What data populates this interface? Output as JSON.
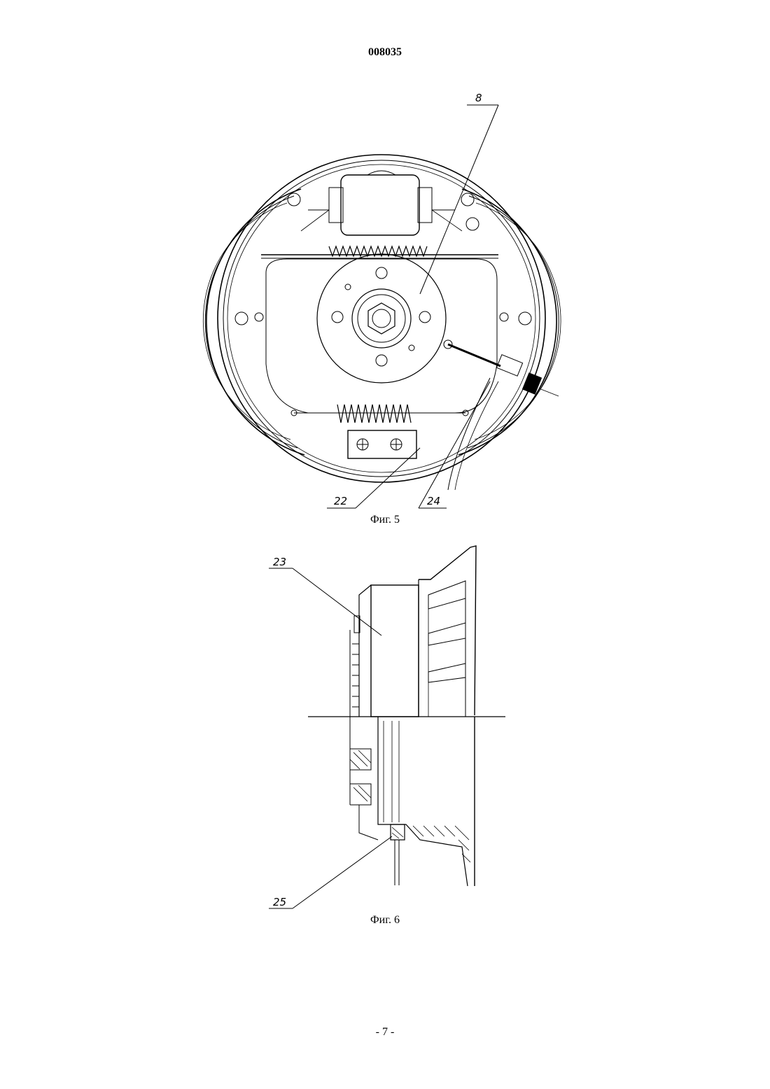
{
  "document": {
    "number": "008035",
    "page": "- 7 -"
  },
  "figures": [
    {
      "caption": "Фиг. 5",
      "labels": [
        "8",
        "22",
        "24"
      ]
    },
    {
      "caption": "Фиг. 6",
      "labels": [
        "23",
        "25"
      ]
    }
  ]
}
